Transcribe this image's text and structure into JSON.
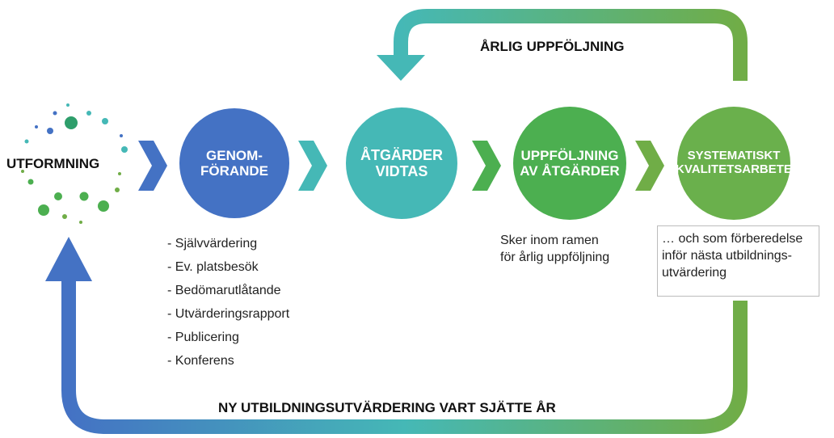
{
  "loop_labels": {
    "top": "ÅRLIG UPPFÖLJNING",
    "bottom": "NY UTBILDNINGSUTVÄRDERING VART SJÄTTE ÅR"
  },
  "start": {
    "label": "UTFORMNING"
  },
  "steps": [
    {
      "label": "GENOM-\nFÖRANDE",
      "color": "#4472C4"
    },
    {
      "label": "ÅTGÄRDER\nVIDTAS",
      "color": "#45B8B6"
    },
    {
      "label": "UPPFÖLJNING\nAV ÅTGÄRDER",
      "color": "#4CAF50"
    },
    {
      "label": "SYSTEMATISKT\nKVALITETSARBETE",
      "color": "#6AB04C"
    }
  ],
  "genomforande_items": [
    "- Självvärdering",
    "- Ev. platsbesök",
    "- Bedömarutlåtande",
    "- Utvärderingsrapport",
    "- Publicering",
    "- Konferens"
  ],
  "notes": {
    "uppfoljning": "Sker inom ramen\nför årlig uppföljning",
    "systematiskt": "… och som förberedelse\ninför nästa utbildnings-\nutvärdering"
  },
  "colors": {
    "blue": "#4472C4",
    "teal": "#45B8B6",
    "green": "#4CAF50",
    "lightgreen": "#70AD47"
  }
}
